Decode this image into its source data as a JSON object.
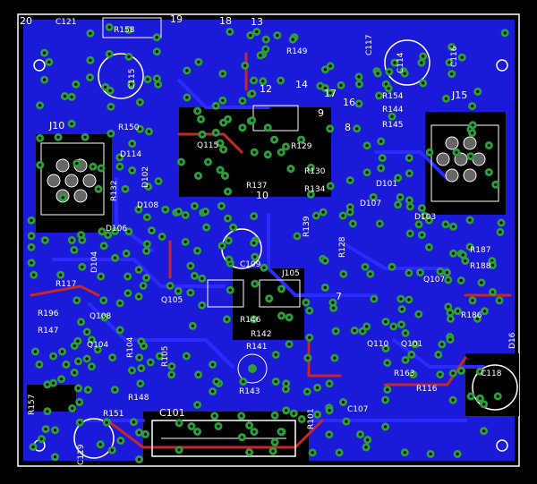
{
  "board": {
    "pad_labels": [
      "20",
      "19",
      "18",
      "13",
      "14",
      "17",
      "16",
      "12",
      "8",
      "J10",
      "J15",
      "7",
      "9",
      "10"
    ],
    "component_labels": [
      "C121",
      "R158",
      "C115",
      "C114",
      "C117",
      "C116",
      "C119",
      "Q115",
      "D114",
      "R150",
      "R149",
      "R154",
      "R144",
      "R145",
      "R129",
      "R137",
      "R134",
      "R130",
      "R139",
      "D102",
      "D108",
      "D106",
      "D101",
      "D107",
      "D103",
      "D104",
      "C109",
      "C118",
      "C101",
      "C107",
      "Q105",
      "Q108",
      "Q104",
      "Q107",
      "Q101",
      "Q110",
      "R143",
      "R142",
      "R141",
      "R146",
      "R148",
      "R151",
      "R157",
      "R196",
      "R147",
      "R186",
      "R187",
      "R188",
      "R163",
      "R128",
      "R132",
      "R104",
      "R105",
      "R101",
      "R116",
      "R117",
      "D16",
      "J105"
    ]
  },
  "colors": {
    "background": "#000000",
    "copper_fill": "#1a1ad8",
    "trace": "#2b2bff",
    "trace_top": "#c62828",
    "pad": "#2e9e3a",
    "silkscreen": "#ffffff",
    "drill": "#000000"
  }
}
